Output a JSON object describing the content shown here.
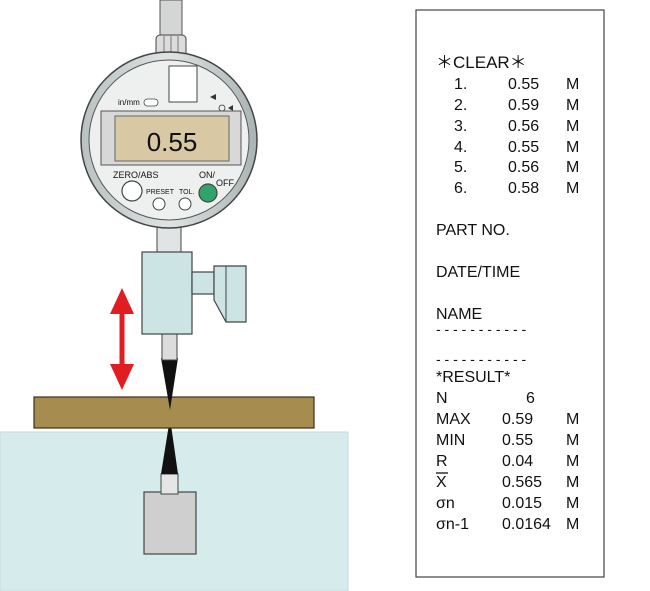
{
  "gauge": {
    "display_value": "0.55",
    "unit_switch": "in/mm",
    "buttons": {
      "zero_abs": "ZERO/ABS",
      "preset": "PRESET",
      "tol": "TOL.",
      "on": "ON/",
      "off": "OFF"
    },
    "colors": {
      "lcd": "#d8c9a4",
      "bezel": "#d9dcd9",
      "arrow": "#e01e22",
      "plate": "#a68c4f",
      "stand": "#d6ecec",
      "power_button": "#2fa36a"
    }
  },
  "printout": {
    "clear_header": "＊CLEAR＊",
    "measurements": [
      {
        "index": "1.",
        "value": "0.55",
        "flag": "M"
      },
      {
        "index": "2.",
        "value": "0.59",
        "flag": "M"
      },
      {
        "index": "3.",
        "value": "0.56",
        "flag": "M"
      },
      {
        "index": "4.",
        "value": "0.55",
        "flag": "M"
      },
      {
        "index": "5.",
        "value": "0.56",
        "flag": "M"
      },
      {
        "index": "6.",
        "value": "0.58",
        "flag": "M"
      }
    ],
    "part_no_label": "PART NO.",
    "date_time_label": "DATE/TIME",
    "name_label": "NAME",
    "dash_line": "- - - - - - - - - - -",
    "result_header": "*RESULT*",
    "results": [
      {
        "label": "N",
        "value": "6",
        "flag": ""
      },
      {
        "label": "MAX",
        "value": "0.59",
        "flag": "M"
      },
      {
        "label": "MIN",
        "value": "0.55",
        "flag": "M"
      },
      {
        "label": "R",
        "value": "0.04",
        "flag": "M"
      },
      {
        "label": "X",
        "value": "0.565",
        "flag": "M"
      },
      {
        "label": "σn",
        "value": "0.015",
        "flag": "M"
      },
      {
        "label": "σn-1",
        "value": "0.0164",
        "flag": "M"
      }
    ]
  }
}
